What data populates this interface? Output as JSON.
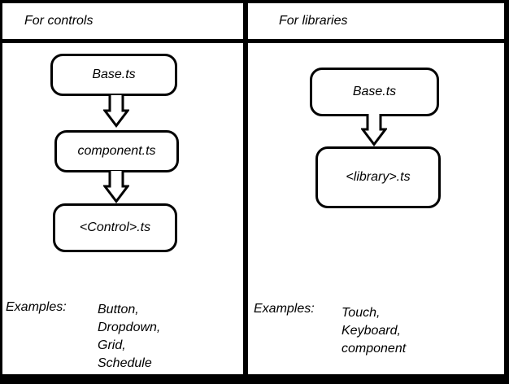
{
  "colors": {
    "ink": "#000000",
    "paper": "#ffffff"
  },
  "panels": [
    {
      "title": "For controls",
      "nodes": [
        {
          "label": "Base.ts"
        },
        {
          "label": "component.ts"
        },
        {
          "label": "<Control>.ts"
        }
      ],
      "examples_label": "Examples:",
      "examples": [
        "Button,",
        "Dropdown,",
        "Grid,",
        "Schedule"
      ]
    },
    {
      "title": "For libraries",
      "nodes": [
        {
          "label": "Base.ts"
        },
        {
          "label": "<library>.ts"
        }
      ],
      "examples_label": "Examples:",
      "examples": [
        "Touch,",
        "Keyboard,",
        "component"
      ]
    }
  ]
}
